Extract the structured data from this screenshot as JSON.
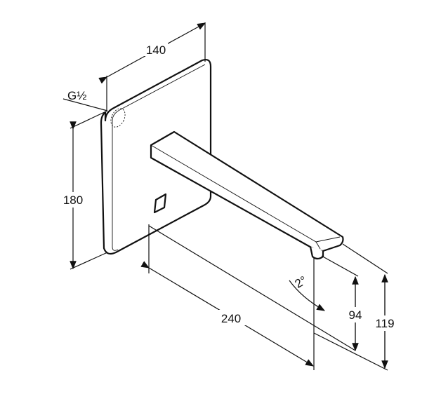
{
  "labels": {
    "width_140": "140",
    "height_180": "180",
    "projection_240": "240",
    "height_94": "94",
    "height_119": "119",
    "angle": "2°",
    "thread": "G½"
  }
}
